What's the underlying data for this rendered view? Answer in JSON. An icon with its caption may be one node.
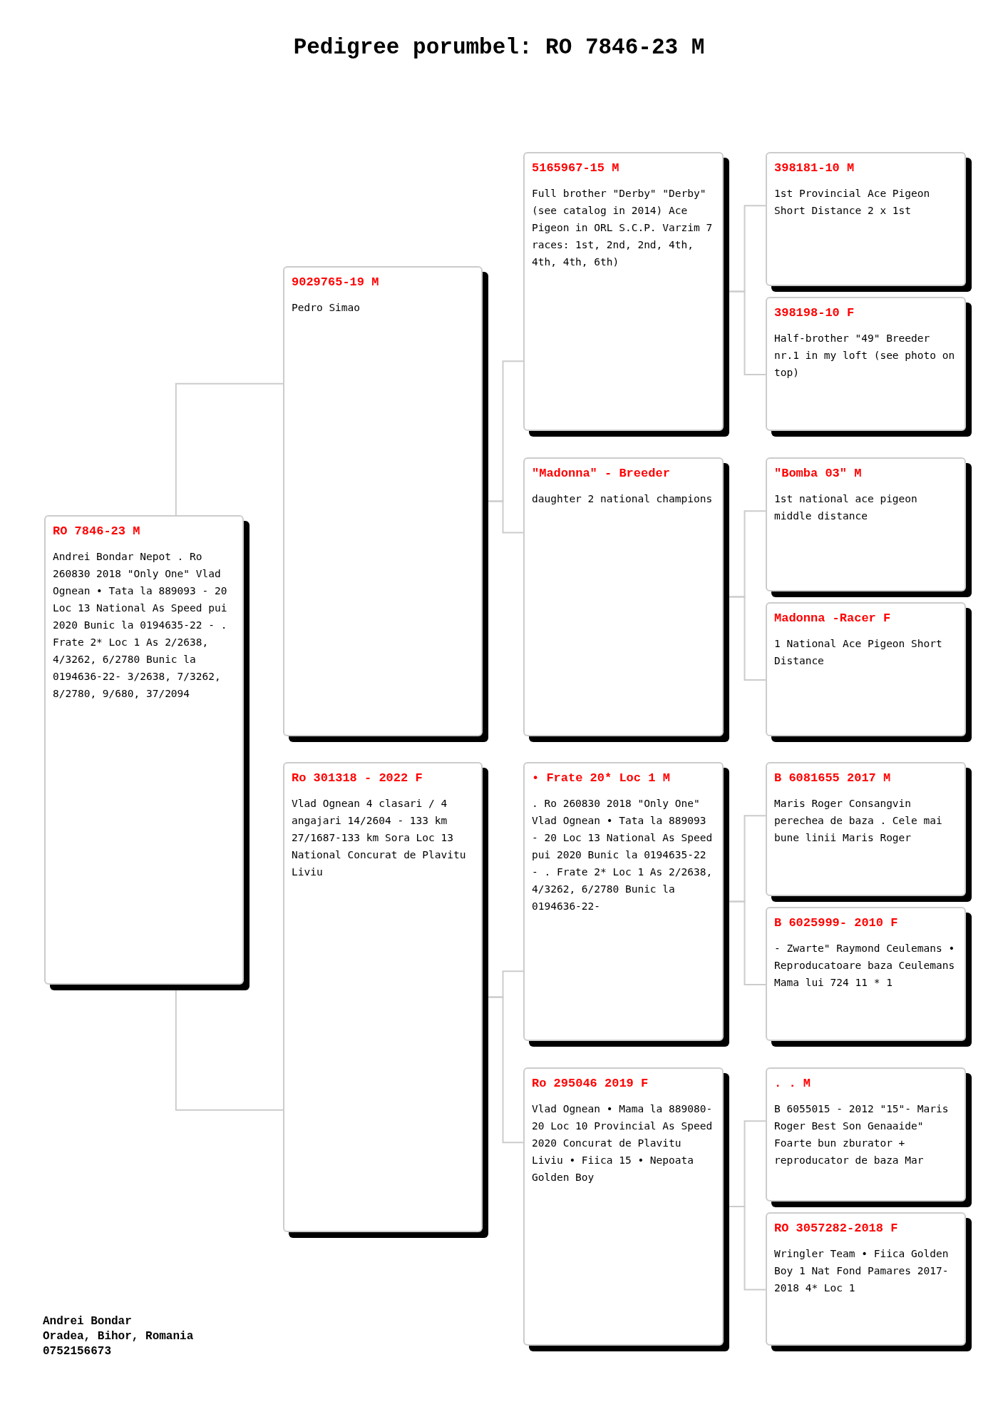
{
  "diagram": {
    "title": "Pedigree porumbel: RO 7846-23 M",
    "nodes": [
      {
        "text": [
          "RO 7846-23 M",
          "Andrei Bondar Nepot . Ro 260830 2018 \"Only One\" Vlad Ognean • Tata la 889093 - 20 Loc 13 National As Speed pui 2020 Bunic la 0194635-22 - . Frate 2* Loc 1 As 2/2638, 4/3262, 6/2780 Bunic la 0194636-22- 3/2638, 7/3262, 8/2780, 9/680, 37/2094"
        ]
      },
      {
        "text": [
          "9029765-19 M",
          "Pedro Simao"
        ]
      },
      {
        "text": [
          "Ro 301318 - 2022 F",
          "Vlad Ognean 4 clasari / 4 angajari 14/2604 - 133 km 27/1687-133 km Sora Loc 13 National Concurat de Plavitu Liviu"
        ]
      },
      {
        "text": [
          "5165967-15 M",
          "Full brother \"Derby\" \"Derby\" (see catalog in 2014) Ace Pigeon in ORL S.C.P. Varzim 7 races: 1st, 2nd, 2nd, 4th, 4th, 4th, 6th)"
        ]
      },
      {
        "text": [
          "\"Madonna\" - Breeder",
          "daughter 2 national champions"
        ]
      },
      {
        "text": [
          "• Frate 20* Loc 1 M",
          ". Ro 260830 2018 \"Only One\" Vlad Ognean • Tata la 889093 - 20 Loc 13 National As Speed pui 2020 Bunic la 0194635-22 - . Frate 2* Loc 1 As 2/2638, 4/3262, 6/2780 Bunic la 0194636-22-"
        ]
      },
      {
        "text": [
          "Ro 295046 2019 F",
          "Vlad Ognean • Mama la 889080-20 Loc 10 Provincial As Speed 2020 Concurat de Plavitu Liviu • Fiica 15 • Nepoata Golden Boy"
        ]
      },
      {
        "text": [
          "398181-10 M",
          "1st Provincial Ace Pigeon Short Distance 2 x 1st"
        ]
      },
      {
        "text": [
          "398198-10 F",
          "Half-brother \"49\" Breeder nr.1 in my loft (see photo on top)"
        ]
      },
      {
        "text": [
          "\"Bomba 03\" M",
          "1st national ace pigeon middle distance"
        ]
      },
      {
        "text": [
          "Madonna -Racer F",
          "1 National Ace Pigeon Short Distance"
        ]
      },
      {
        "text": [
          "B 6081655 2017 M",
          "Maris Roger Consangvin perechea de baza . Cele mai bune linii Maris Roger"
        ]
      },
      {
        "text": [
          "B 6025999- 2010 F",
          "- Zwarte\" Raymond Ceulemans • Reproducatoare baza Ceulemans Mama lui 724 11 * 1"
        ]
      },
      {
        "text": [
          ". . M",
          "B 6055015 - 2012 \"15\"- Maris Roger Best Son Genaaide\" Foarte bun zburator + reproducator de baza Mar"
        ]
      },
      {
        "text": [
          "RO 3057282-2018 F",
          "Wringler Team • Fiica Golden Boy 1 Nat Fond Pamares 2017-2018 4* Loc 1"
        ]
      }
    ],
    "edges": [
      {
        "from": 0,
        "to": 1,
        "arrow": "none"
      },
      {
        "from": 0,
        "to": 2,
        "arrow": "none"
      },
      {
        "from": 1,
        "to": 3,
        "arrow": "none"
      },
      {
        "from": 1,
        "to": 4,
        "arrow": "none"
      },
      {
        "from": 2,
        "to": 5,
        "arrow": "none"
      },
      {
        "from": 2,
        "to": 6,
        "arrow": "none"
      },
      {
        "from": 3,
        "to": 7,
        "arrow": "none"
      },
      {
        "from": 3,
        "to": 8,
        "arrow": "none"
      },
      {
        "from": 4,
        "to": 9,
        "arrow": "none"
      },
      {
        "from": 4,
        "to": 10,
        "arrow": "none"
      },
      {
        "from": 5,
        "to": 11,
        "arrow": "none"
      },
      {
        "from": 5,
        "to": 12,
        "arrow": "none"
      },
      {
        "from": 6,
        "to": 13,
        "arrow": "none"
      },
      {
        "from": 6,
        "to": 14,
        "arrow": "none"
      }
    ],
    "labels": [
      "Andrei Bondar",
      "Oradea, Bihor, Romania",
      "0752156673"
    ]
  }
}
